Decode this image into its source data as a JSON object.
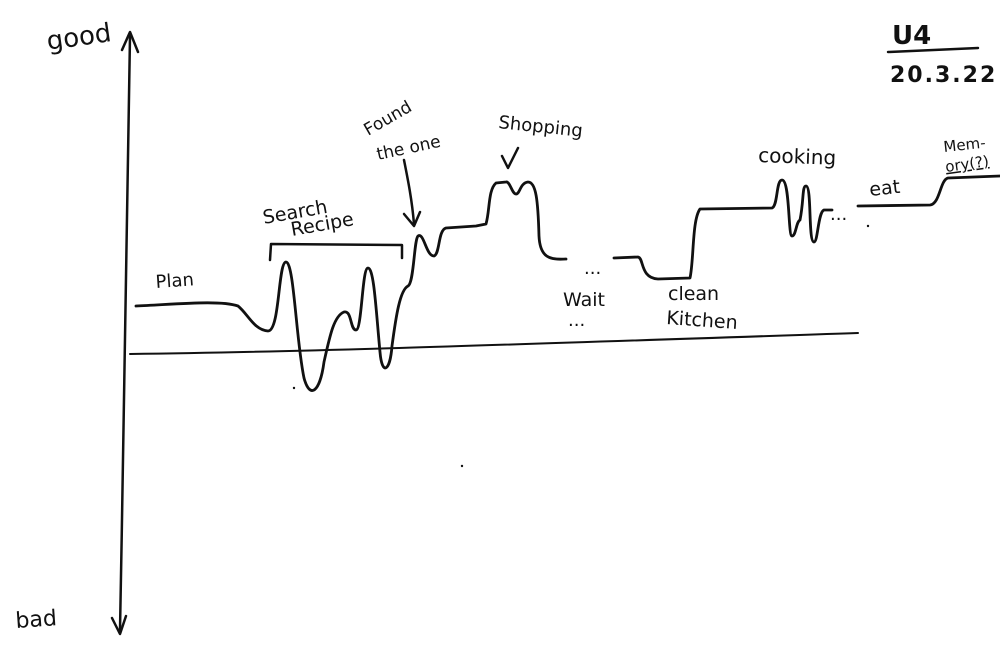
{
  "axis": {
    "top_label": "good",
    "bottom_label": "bad"
  },
  "header": {
    "participant": "U4",
    "date": "20.3.22"
  },
  "stages": [
    {
      "id": "plan",
      "label": [
        "Plan"
      ]
    },
    {
      "id": "search-recipe",
      "label": [
        "Search",
        "Recipe"
      ]
    },
    {
      "id": "found-the-one",
      "label": [
        "Found",
        "the one"
      ]
    },
    {
      "id": "shopping",
      "label": [
        "Shopping"
      ]
    },
    {
      "id": "wait",
      "label": [
        "Wait"
      ]
    },
    {
      "id": "clean-kitchen",
      "label": [
        "clean",
        "Kitchen"
      ]
    },
    {
      "id": "cooking",
      "label": [
        "cooking"
      ]
    },
    {
      "id": "eat",
      "label": [
        "eat"
      ]
    },
    {
      "id": "memory",
      "label": [
        "Mem-",
        "ory(?)"
      ]
    }
  ],
  "ellipsis": "...",
  "colors": {
    "ink": "#111111",
    "paper": "#ffffff"
  }
}
